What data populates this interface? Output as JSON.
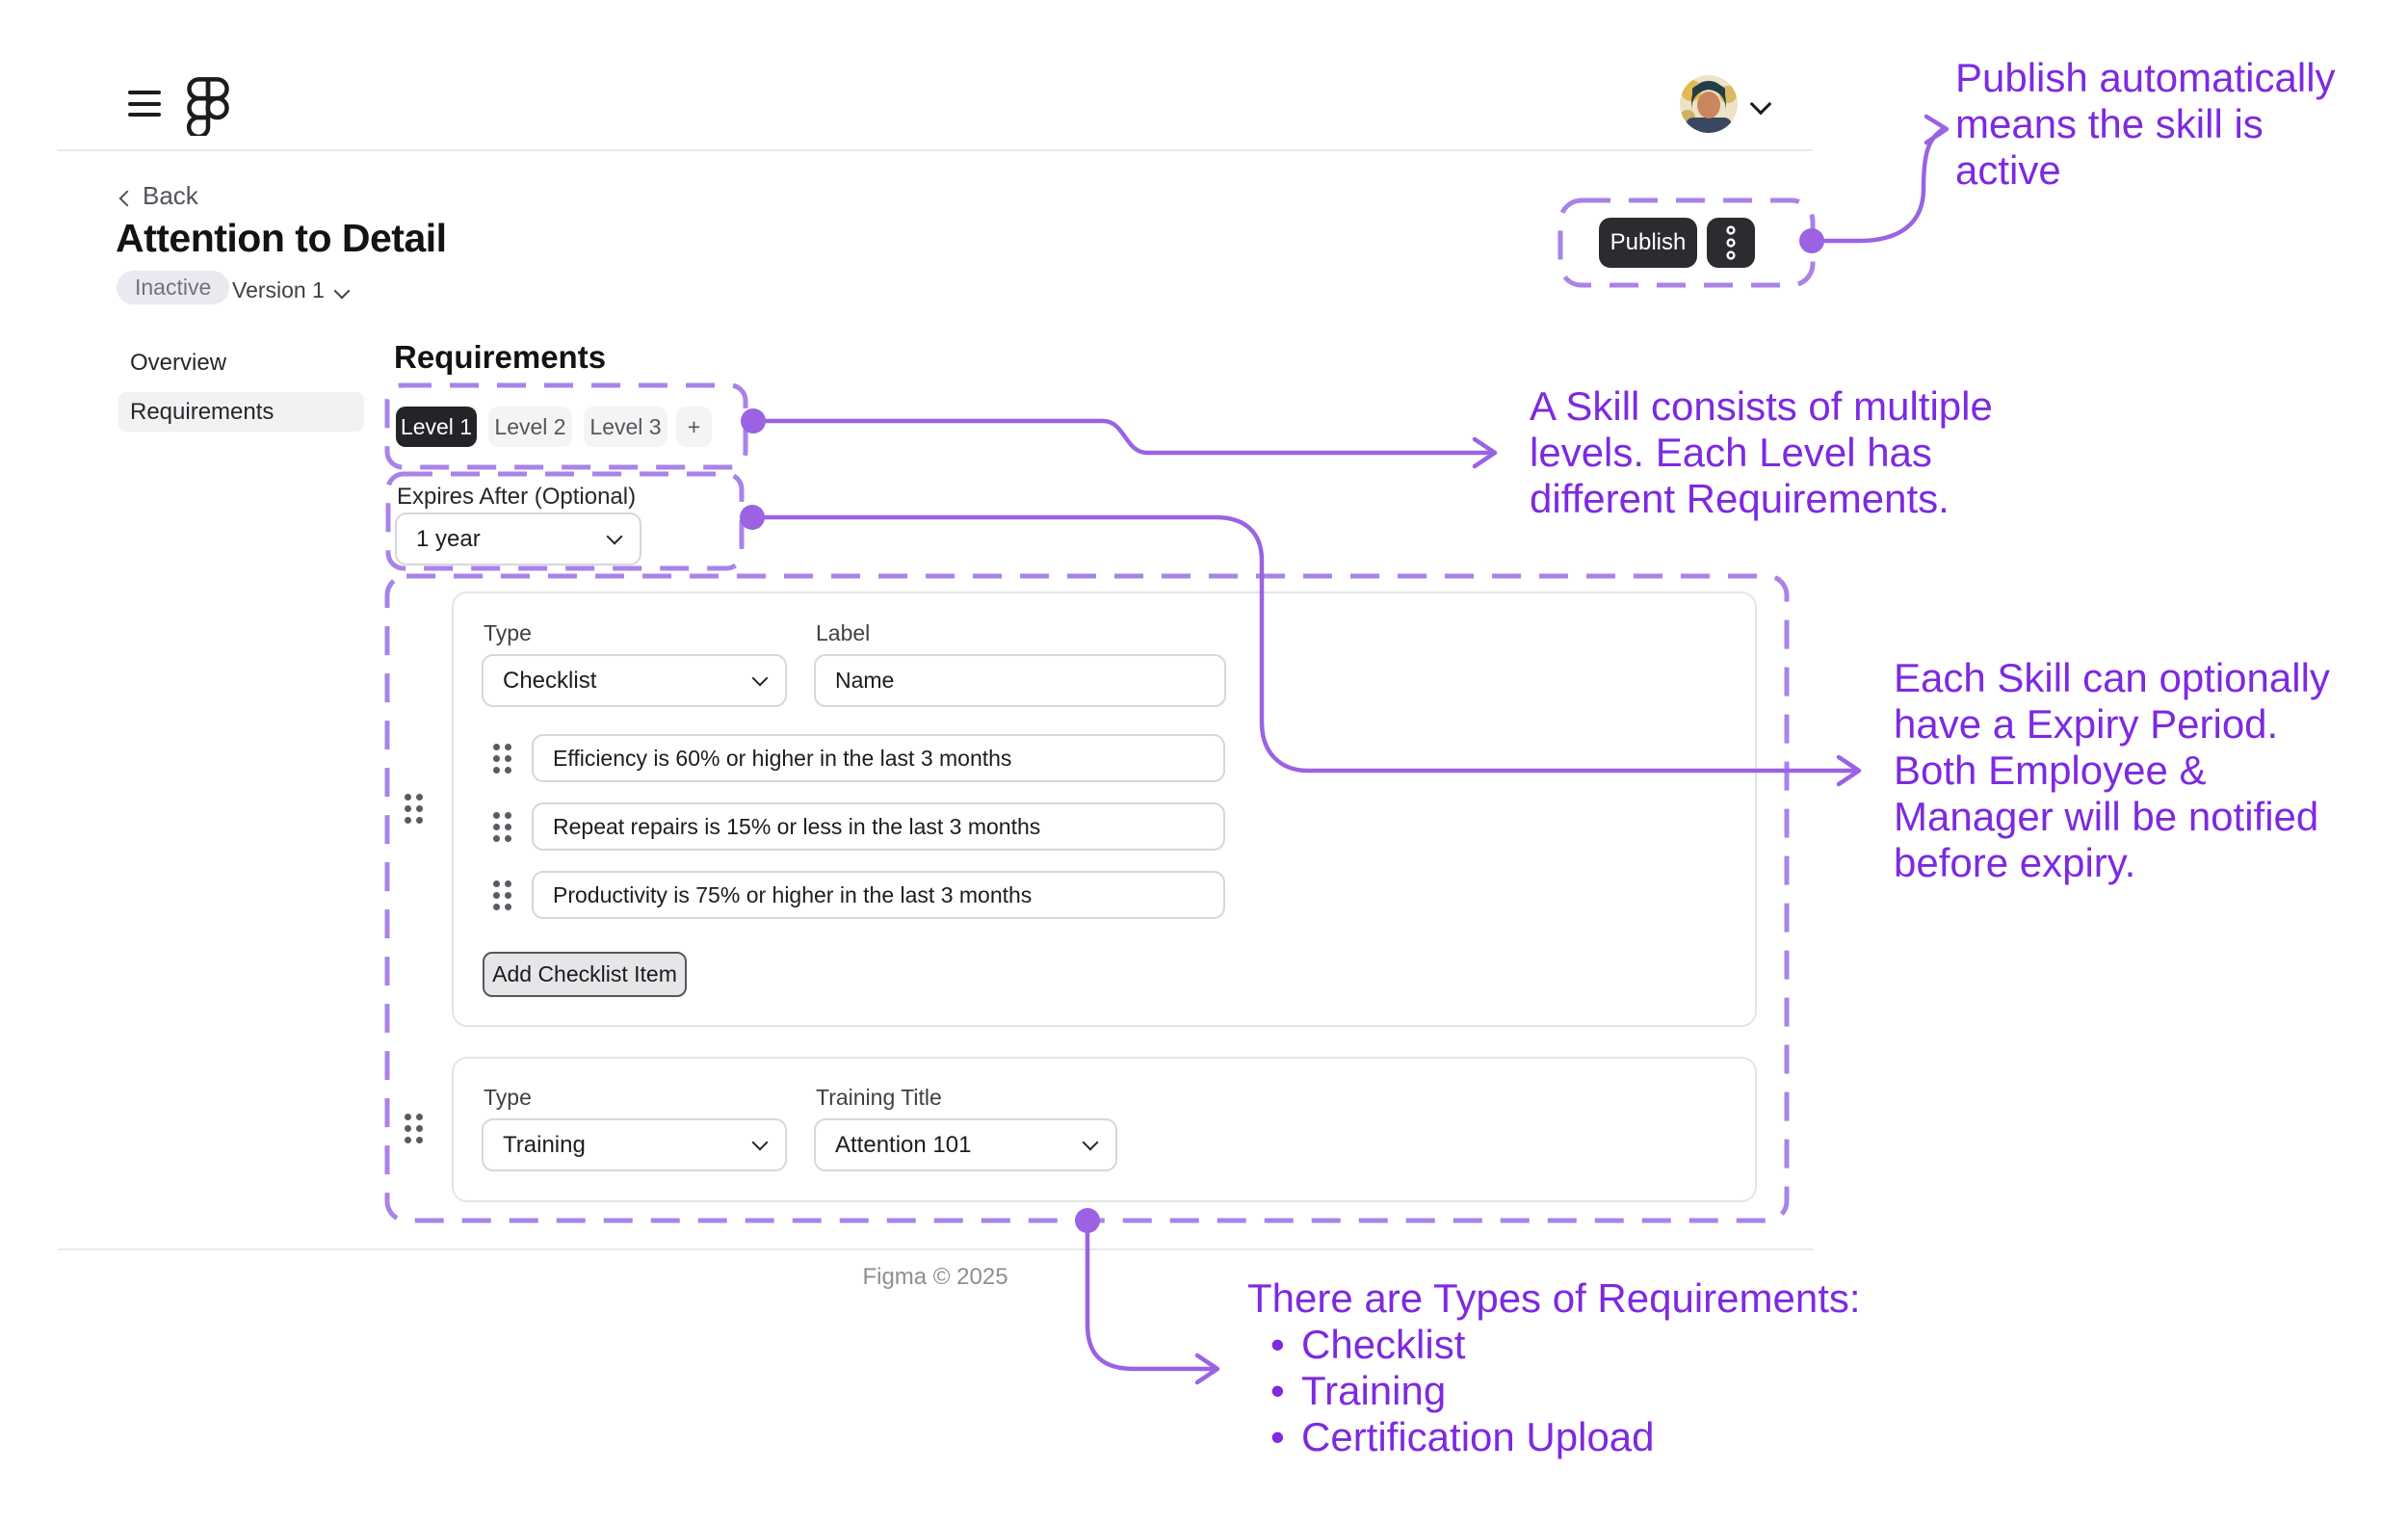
{
  "header": {
    "back_label": "Back",
    "title": "Attention to Detail",
    "status_badge": "Inactive",
    "version_label": "Version 1"
  },
  "actions": {
    "publish_label": "Publish"
  },
  "sidebar": {
    "items": [
      {
        "label": "Overview"
      },
      {
        "label": "Requirements"
      }
    ]
  },
  "requirements": {
    "heading": "Requirements",
    "level_tabs": [
      "Level 1",
      "Level 2",
      "Level 3"
    ],
    "add_level_label": "+",
    "expires_label": "Expires After (Optional)",
    "expires_value": "1 year",
    "checklist_card": {
      "type_label": "Type",
      "type_value": "Checklist",
      "label_label": "Label",
      "label_value": "Name",
      "items": [
        "Efficiency is 60% or higher in the last 3 months",
        "Repeat repairs is 15% or less in the last 3 months",
        "Productivity is 75% or higher in the last 3 months"
      ],
      "add_item_label": "Add Checklist Item"
    },
    "training_card": {
      "type_label": "Type",
      "type_value": "Training",
      "title_label": "Training Title",
      "title_value": "Attention 101"
    }
  },
  "annotations": {
    "publish": {
      "lines": [
        "Publish automatically",
        "means the skill is",
        "active"
      ]
    },
    "levels": {
      "lines": [
        "A Skill consists of multiple",
        "levels. Each Level has",
        "different Requirements."
      ]
    },
    "expiry": {
      "lines": [
        "Each Skill can optionally",
        "have a Expiry Period.",
        "Both Employee &",
        "Manager will be notified",
        "before expiry."
      ]
    },
    "types": {
      "heading": "There are Types of Requirements:",
      "bullets": [
        "Checklist",
        "Training",
        "Certification Upload"
      ]
    }
  },
  "footer": {
    "copyright": "Figma © 2025"
  },
  "colors": {
    "annotation_purple": "#7d2ae0",
    "arrow_purple": "#9b62e3",
    "dashed_purple": "#a883e8",
    "dark_button": "#2b2b30"
  }
}
